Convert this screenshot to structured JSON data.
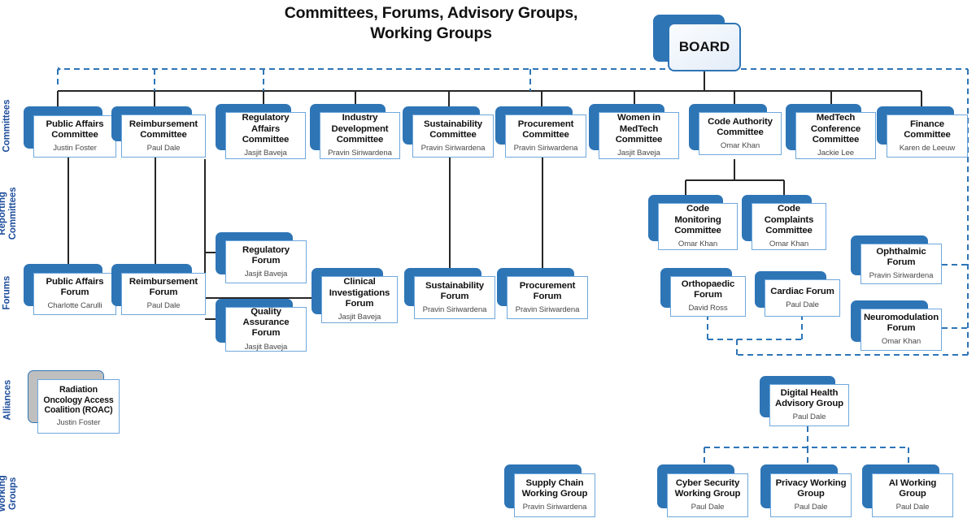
{
  "title": "Committees, Forums,\nAdvisory Groups, Working Groups",
  "colors": {
    "accent": "#2E75B6",
    "card_border": "#6FA8DC",
    "band_label": "#1F4E9C",
    "solid_connector": "#262626",
    "dashed_connector": "#2E75B6",
    "alliance_shadow": "#BFBFBF",
    "board_fill": "#EEF4FB"
  },
  "bands": [
    {
      "id": "committees",
      "label": "Committees"
    },
    {
      "id": "reporting-committees",
      "label": "Reporting\nCommittees"
    },
    {
      "id": "forums",
      "label": "Forums"
    },
    {
      "id": "alliances",
      "label": "Alliances"
    },
    {
      "id": "working-groups",
      "label": "Working Groups"
    }
  ],
  "board": {
    "title": "BOARD",
    "owner": ""
  },
  "committees": [
    {
      "title": "Public Affairs\nCommittee",
      "owner": "Justin Foster"
    },
    {
      "title": "Reimbursement\nCommittee",
      "owner": "Paul Dale"
    },
    {
      "title": "Regulatory\nAffairs\nCommittee",
      "owner": "Jasjit Baveja"
    },
    {
      "title": "Industry\nDevelopment\nCommittee",
      "owner": "Pravin Siriwardena"
    },
    {
      "title": "Sustainability\nCommittee",
      "owner": "Pravin Siriwardena"
    },
    {
      "title": "Procurement\nCommittee",
      "owner": "Pravin Siriwardena"
    },
    {
      "title": "Women in\nMedTech\nCommittee",
      "owner": "Jasjit Baveja"
    },
    {
      "title": "Code Authority\nCommittee",
      "owner": "Omar Khan"
    },
    {
      "title": "MedTech\nConference\nCommittee",
      "owner": "Jackie Lee"
    },
    {
      "title": "Finance\nCommittee",
      "owner": "Karen de Leeuw"
    }
  ],
  "reporting_committees": [
    {
      "title": "Code\nMonitoring\nCommittee",
      "owner": "Omar Khan"
    },
    {
      "title": "Code\nComplaints\nCommittee",
      "owner": "Omar Khan"
    }
  ],
  "forums": [
    {
      "title": "Public Affairs\nForum",
      "owner": "Charlotte Carulli"
    },
    {
      "title": "Reimbursement\nForum",
      "owner": "Paul Dale"
    },
    {
      "title": "Regulatory\nForum",
      "owner": "Jasjit Baveja"
    },
    {
      "title": "Quality\nAssurance Forum",
      "owner": "Jasjit Baveja"
    },
    {
      "title": "Clinical\nInvestigations\nForum",
      "owner": "Jasjit Baveja"
    },
    {
      "title": "Sustainability\nForum",
      "owner": "Pravin Siriwardena"
    },
    {
      "title": "Procurement\nForum",
      "owner": "Pravin Siriwardena"
    },
    {
      "title": "Orthopaedic\nForum",
      "owner": "David Ross"
    },
    {
      "title": "Cardiac Forum",
      "owner": "Paul Dale"
    },
    {
      "title": "Ophthalmic\nForum",
      "owner": "Pravin Siriwardena"
    },
    {
      "title": "Neuromodulation\nForum",
      "owner": "Omar Khan"
    }
  ],
  "alliances": [
    {
      "title": "Radiation\nOncology Access\nCoalition (ROAC)",
      "owner": "Justin Foster"
    }
  ],
  "advisory_groups": [
    {
      "title": "Digital Health\nAdvisory Group",
      "owner": "Paul Dale"
    }
  ],
  "working_groups": [
    {
      "title": "Supply Chain\nWorking Group",
      "owner": "Pravin Siriwardena"
    },
    {
      "title": "Cyber Security\nWorking Group",
      "owner": "Paul Dale"
    },
    {
      "title": "Privacy Working\nGroup",
      "owner": "Paul Dale"
    },
    {
      "title": "AI Working\nGroup",
      "owner": "Paul Dale"
    }
  ]
}
